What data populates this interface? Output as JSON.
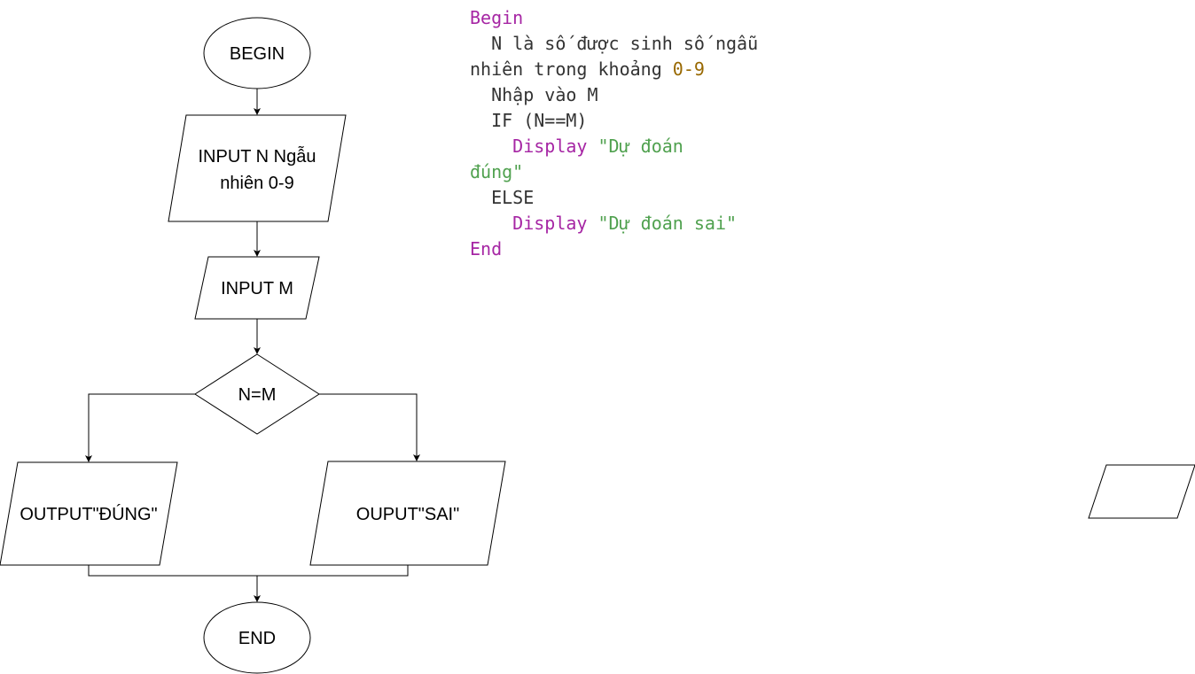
{
  "flowchart": {
    "begin": "BEGIN",
    "input_n_line1": "INPUT N  Ngẫu",
    "input_n_line2": "nhiên 0-9",
    "input_m": "INPUT M",
    "decision": "N=M",
    "output_true": "OUTPUT\"ĐÚNG\"",
    "output_false": "OUPUT\"SAI\"",
    "end": "END"
  },
  "pseudocode": {
    "begin": "Begin",
    "l1_text": "  N là số được sinh số ngẫu",
    "l2_text": "nhiên trong khoảng ",
    "l2_num": "0-9",
    "l3_text": "  Nhập vào M",
    "l4_text": "  IF (N==M)",
    "l5_indent": "    ",
    "l5_kw": "Display",
    "l5_str": "\"Dự đoán",
    "l6_str": "đúng\"",
    "l7_text": "  ELSE",
    "l8_indent": "    ",
    "l8_kw": "Display",
    "l8_str": "\"Dự đoán sai\"",
    "end": "End"
  },
  "colors": {
    "keyword": "#a626a4",
    "number": "#986801",
    "string": "#50a14f",
    "text": "#333333"
  }
}
